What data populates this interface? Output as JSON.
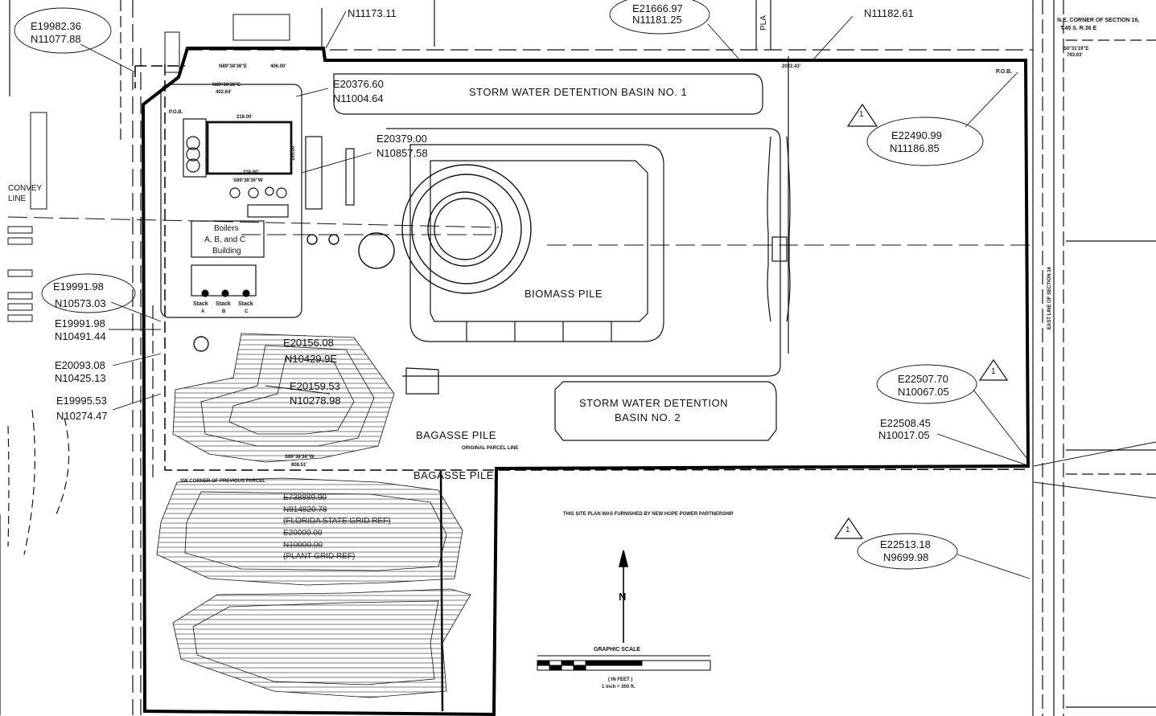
{
  "coords": {
    "c1": [
      "E19982.36",
      "N11077.88"
    ],
    "c2": [
      "N11173.11"
    ],
    "c3": [
      "E21666.97",
      "N11181.25"
    ],
    "c4": [
      "N11182.61"
    ],
    "c5": [
      "E20376.60",
      "N11004.64"
    ],
    "c6": [
      "E20379.00",
      "N10857.58"
    ],
    "c7": [
      "E22490.99",
      "N11186.85"
    ],
    "c8": [
      "E19991.98",
      "N10573.03"
    ],
    "c9": [
      "E19991.98",
      "N10491.44"
    ],
    "c10": [
      "E20093.08",
      "N10425.13"
    ],
    "c11": [
      "E19995.53",
      "N10274.47"
    ],
    "c12": [
      "E20156.08",
      "N10429.9E"
    ],
    "c13": [
      "E20159.53",
      "N10278.98"
    ],
    "c14": [
      "E22507.70",
      "N10067.05"
    ],
    "c15": [
      "E22508.45",
      "N10017.05"
    ],
    "c16": [
      "E22513.18",
      "N9699.98"
    ]
  },
  "grid_ref": {
    "line1": "E738889.90",
    "line2": "N814820.78",
    "line3": "(FLORIDA STATE GRID REF)",
    "line4": "E20000.00",
    "line5": "N10000.00",
    "line6": "(PLANT GRID REF)"
  },
  "areas": {
    "basin1": "STORM WATER DETENTION BASIN NO. 1",
    "basin2_line1": "STORM WATER DETENTION",
    "basin2_line2": "BASIN NO. 2",
    "biomass": "BIOMASS PILE",
    "bagasse": "BAGASSE PILE",
    "bagasse2": "BAGASSE PILE",
    "boilers_1": "Boilers",
    "boilers_2": "A, B, and C",
    "boilers_3": "Building",
    "stack_a": "Stack",
    "stack_b": "Stack",
    "stack_c": "Stack",
    "stack_letters": [
      "A",
      "B",
      "C"
    ],
    "conveyor_1": "CONVEY",
    "conveyor_2": "LINE",
    "plant": "PLA"
  },
  "notes": {
    "original_parcel": "ORIGINAL PARCEL LINE",
    "sw_corner": "SW CORNER OF PREVIOUS PARCEL",
    "site_plan_note": "THIS SITE PLAN WAS FURNISHED BY NEW HOPE POWER PARTNERSHIP",
    "graphic_scale": "GRAPHIC SCALE",
    "scale_units": "( IN FEET )",
    "scale_ratio": "1 inch = 300 ft.",
    "north": "N",
    "pob_1": "P.O.B.",
    "pob_2": "P.O.B.",
    "ne_corner_1": "N.E. CORNER OF SECTION 16,",
    "ne_corner_2": "T.45 S. R.36 E",
    "east_line": "EAST LINE OF SECTION 16",
    "revision": "1"
  },
  "bearings": {
    "b1": "N89°38'36\"E",
    "b2": "406.00'",
    "b3": "N89°38'36\"E",
    "b4": "402.64'",
    "b5": "218.00'",
    "b6": "S89°38'36\"W",
    "b7": "218.00'",
    "b8": "145.00'",
    "b9": "S89°38'36\"W",
    "b10": "808.51'",
    "b11": "S0°31'19\"E",
    "b12": "793.03'",
    "b13": "2022.43'"
  }
}
